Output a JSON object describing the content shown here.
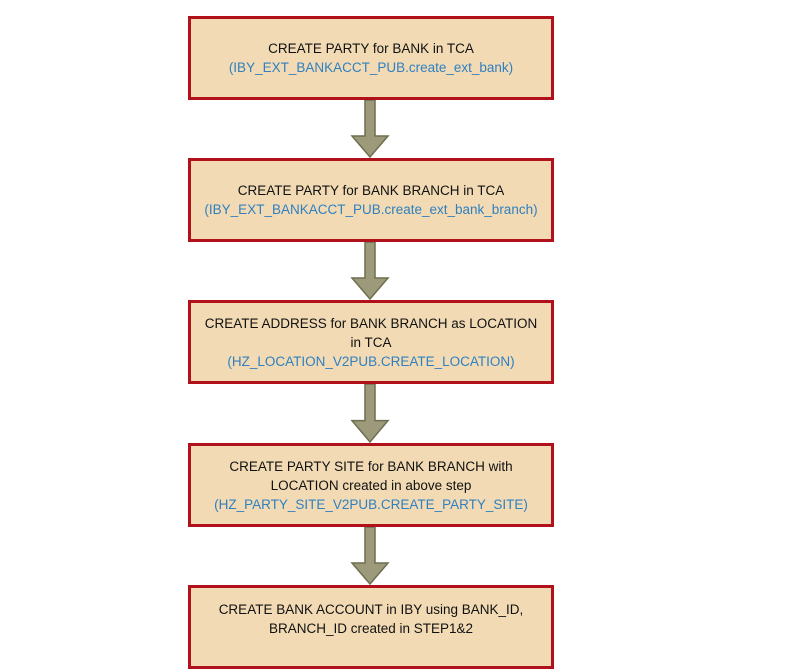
{
  "steps": [
    {
      "title": "CREATE PARTY for BANK in TCA",
      "api": "(IBY_EXT_BANKACCT_PUB.create_ext_bank)"
    },
    {
      "title": "CREATE PARTY for BANK BRANCH in TCA",
      "api": "(IBY_EXT_BANKACCT_PUB.create_ext_bank_branch)"
    },
    {
      "title": "CREATE ADDRESS for BANK BRANCH as LOCATION in TCA",
      "api": "(HZ_LOCATION_V2PUB.CREATE_LOCATION)"
    },
    {
      "title": "CREATE PARTY SITE for BANK BRANCH with LOCATION created in above step",
      "api": "(HZ_PARTY_SITE_V2PUB.CREATE_PARTY_SITE)"
    },
    {
      "title": "CREATE BANK ACCOUNT in IBY using BANK_ID, BRANCH_ID created in STEP1&2"
    }
  ],
  "colors": {
    "box_fill": "#f2dbb4",
    "box_border": "#b0111a",
    "api_text": "#2f7fc1",
    "arrow_fill": "#9c9a7a",
    "arrow_stroke": "#6f6e4f"
  }
}
